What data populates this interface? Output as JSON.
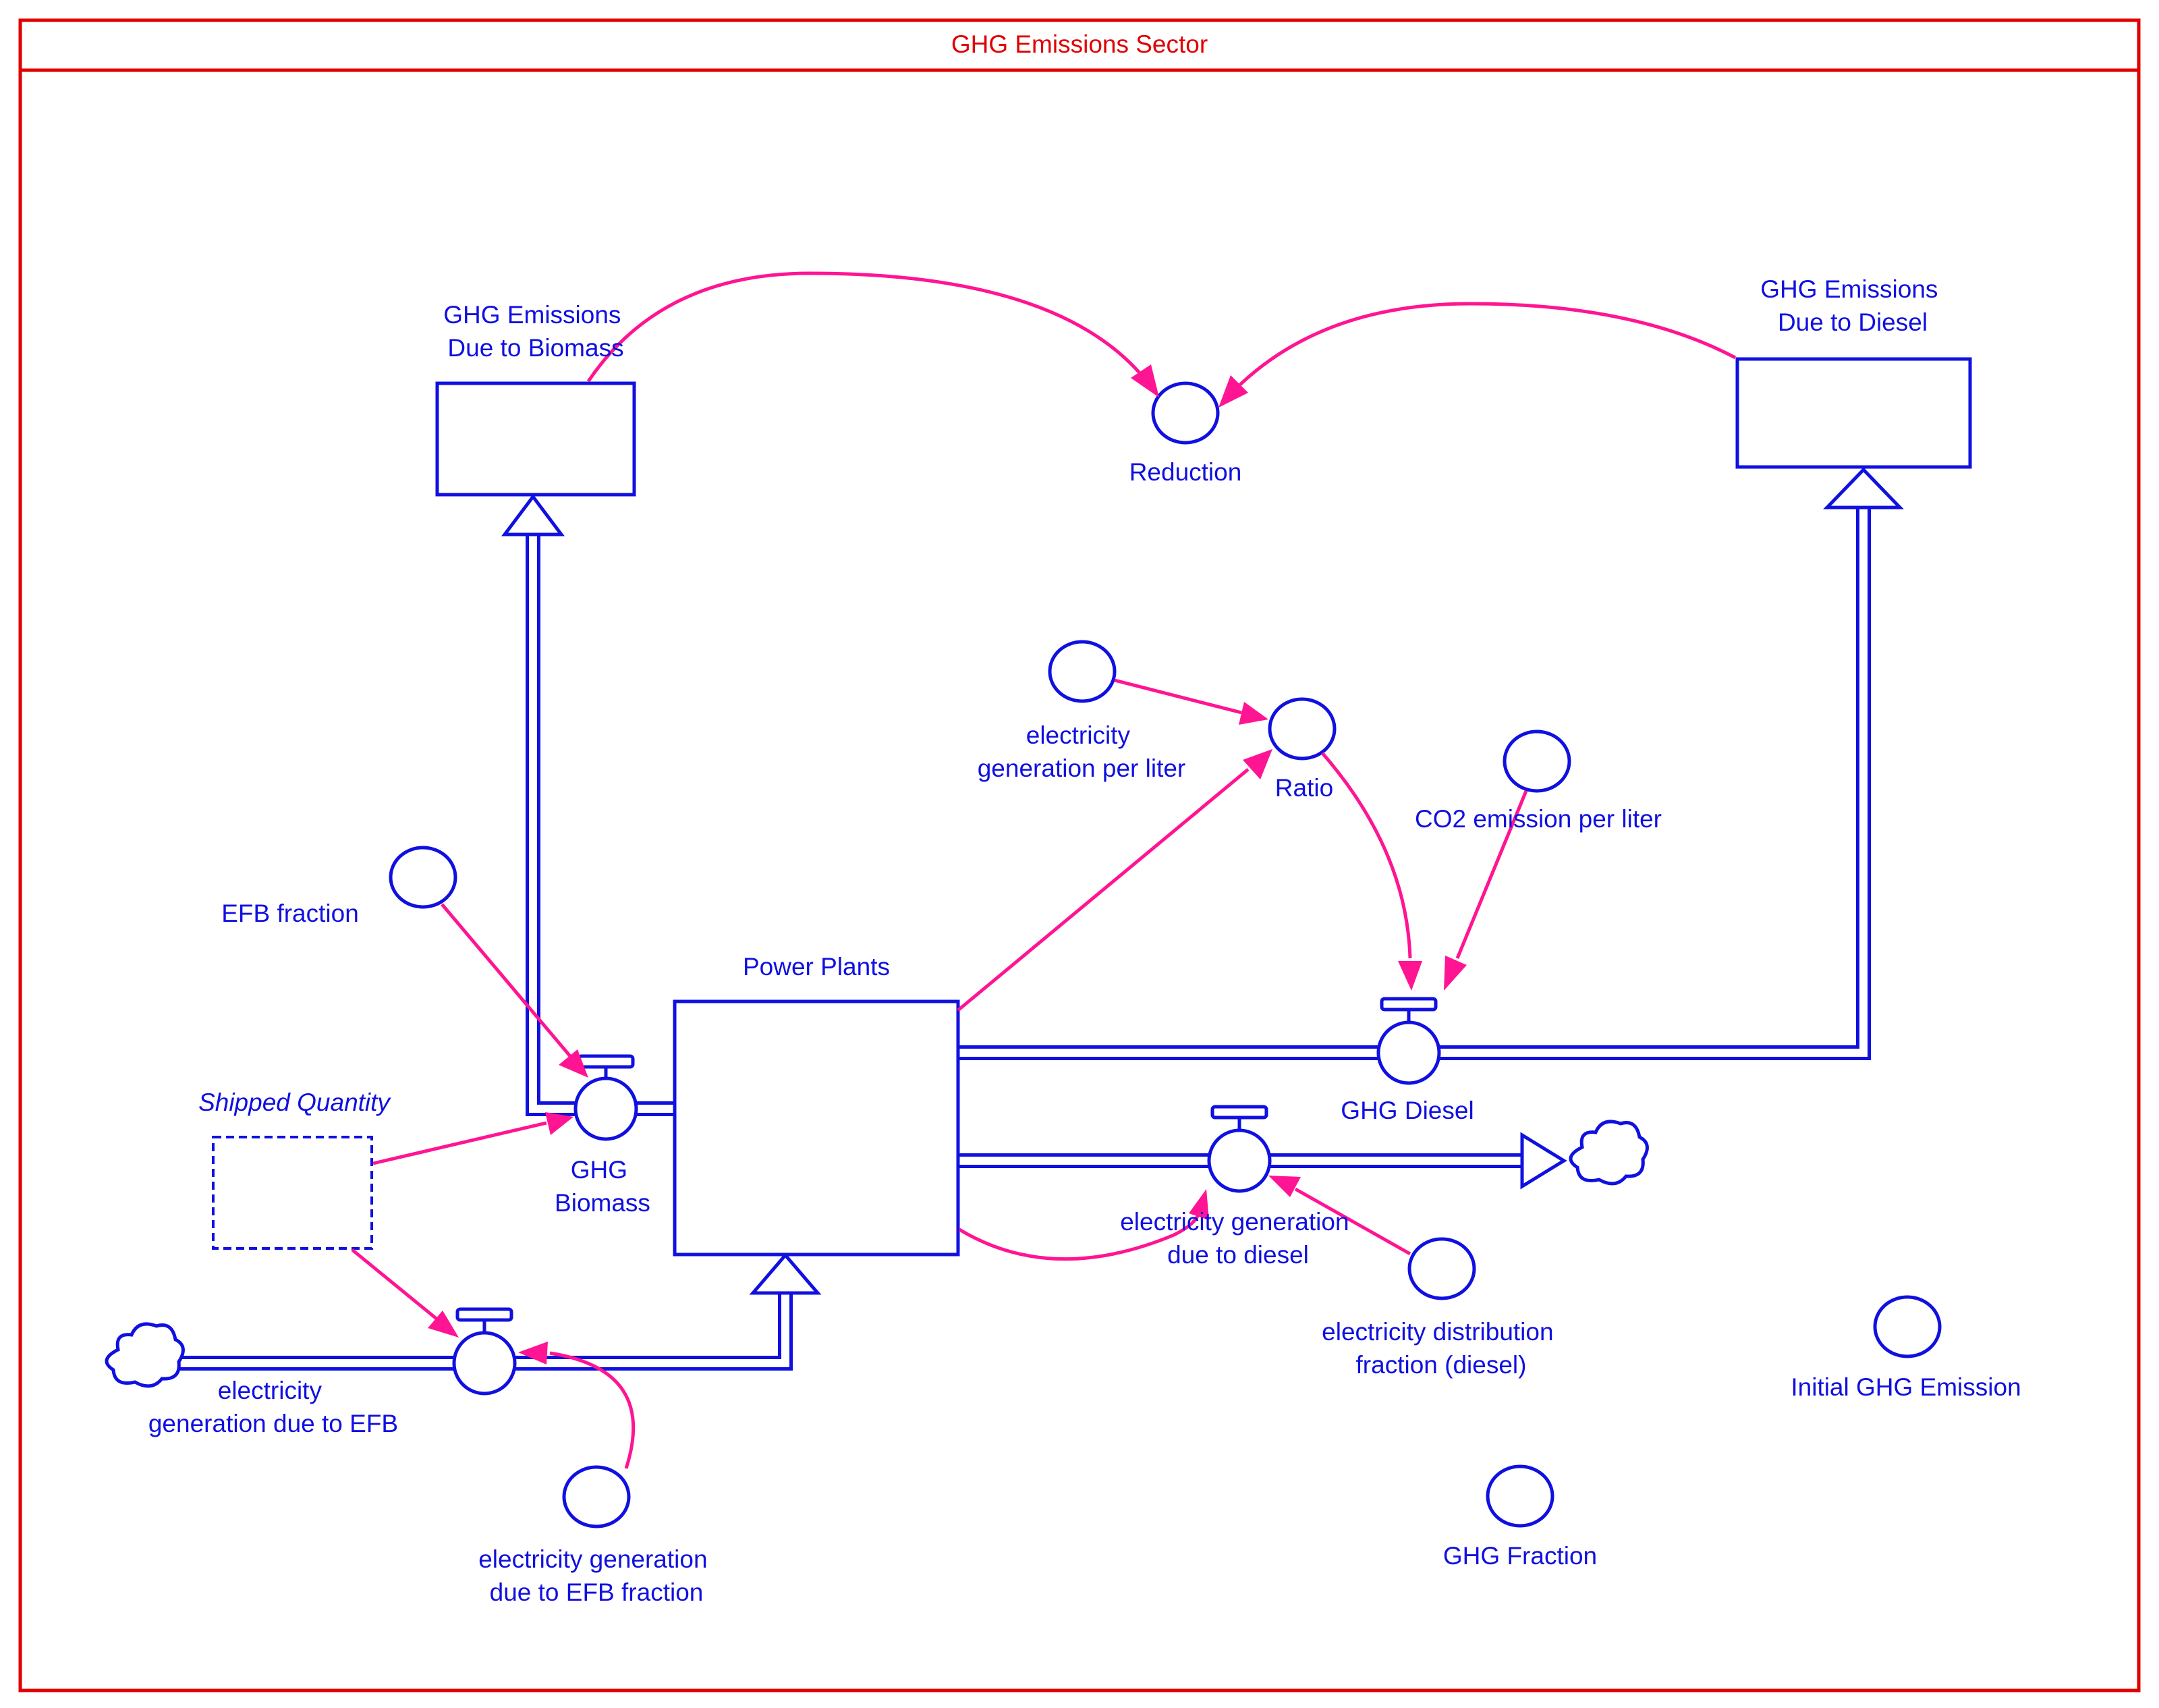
{
  "sector_title": "GHG Emissions Sector",
  "stocks": {
    "biomass_emissions": [
      "GHG Emissions",
      "Due to Biomass"
    ],
    "diesel_emissions": [
      "GHG Emissions",
      "Due to Diesel"
    ],
    "power_plants": "Power Plants",
    "shipped_quantity": "Shipped Quantity"
  },
  "flows": {
    "ghg_biomass": [
      "GHG",
      "Biomass"
    ],
    "ghg_diesel": "GHG Diesel",
    "gen_efb": [
      "electricity",
      "generation due to EFB"
    ],
    "gen_diesel": [
      "electricity generation",
      "due to diesel"
    ]
  },
  "auxiliaries": {
    "reduction": "Reduction",
    "gen_per_liter": [
      "electricity",
      "generation per liter"
    ],
    "ratio": "Ratio",
    "co2_per_liter": "CO2 emission per liter",
    "efb_fraction": "EFB fraction",
    "gen_efb_fraction": [
      "electricity generation",
      "due to EFB fraction"
    ],
    "dist_fraction": [
      "electricity distribution",
      "fraction (diesel)"
    ],
    "initial_ghg": "Initial GHG Emission",
    "ghg_fraction": "GHG Fraction"
  },
  "colors": {
    "element_blue": "#1010e0",
    "link_pink": "#ff1493",
    "sector_red": "#e00000"
  },
  "icons": [
    "cloud-source-icon",
    "cloud-sink-icon",
    "valve-icon",
    "arrowhead-icon"
  ]
}
